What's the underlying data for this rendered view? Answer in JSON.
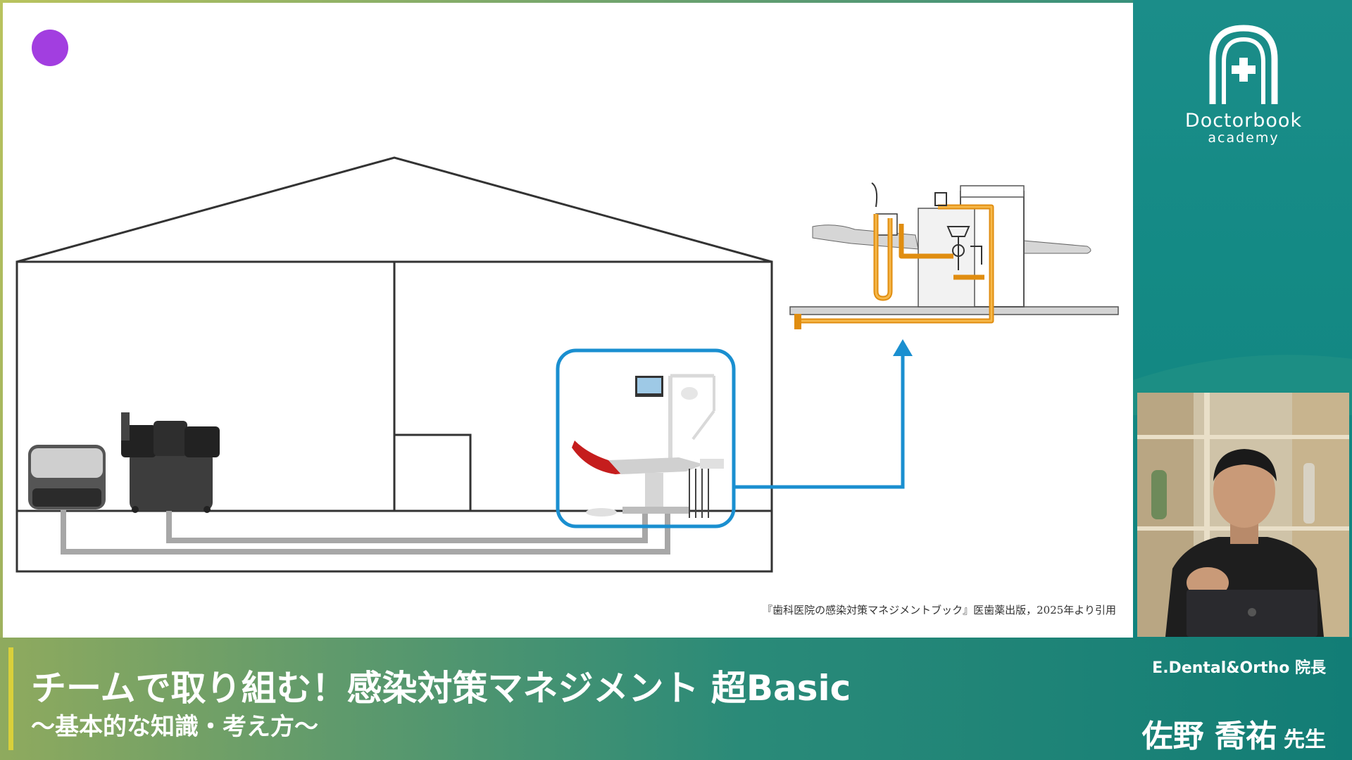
{
  "slide": {
    "citation": "『歯科医院の感染対策マネジメントブック』医歯薬出版，2025年より引用",
    "colors": {
      "house_line": "#333333",
      "pipe_gray": "#a7a7a7",
      "highlight_blue": "#1a8fd0",
      "unit_pipe_orange": "#f0a020",
      "laser_dot": "#a23ee0"
    }
  },
  "branding": {
    "logo_name": "Doctorbook",
    "logo_sub": "academy"
  },
  "lower_third": {
    "title": "チームで取り組む！感染対策マネジメント 超Basic",
    "subtitle": "～基本的な知識・考え方～",
    "speaker_org": "E.Dental&Ortho 院長",
    "speaker_name": "佐野 喬祐",
    "speaker_honorific": "先生"
  }
}
